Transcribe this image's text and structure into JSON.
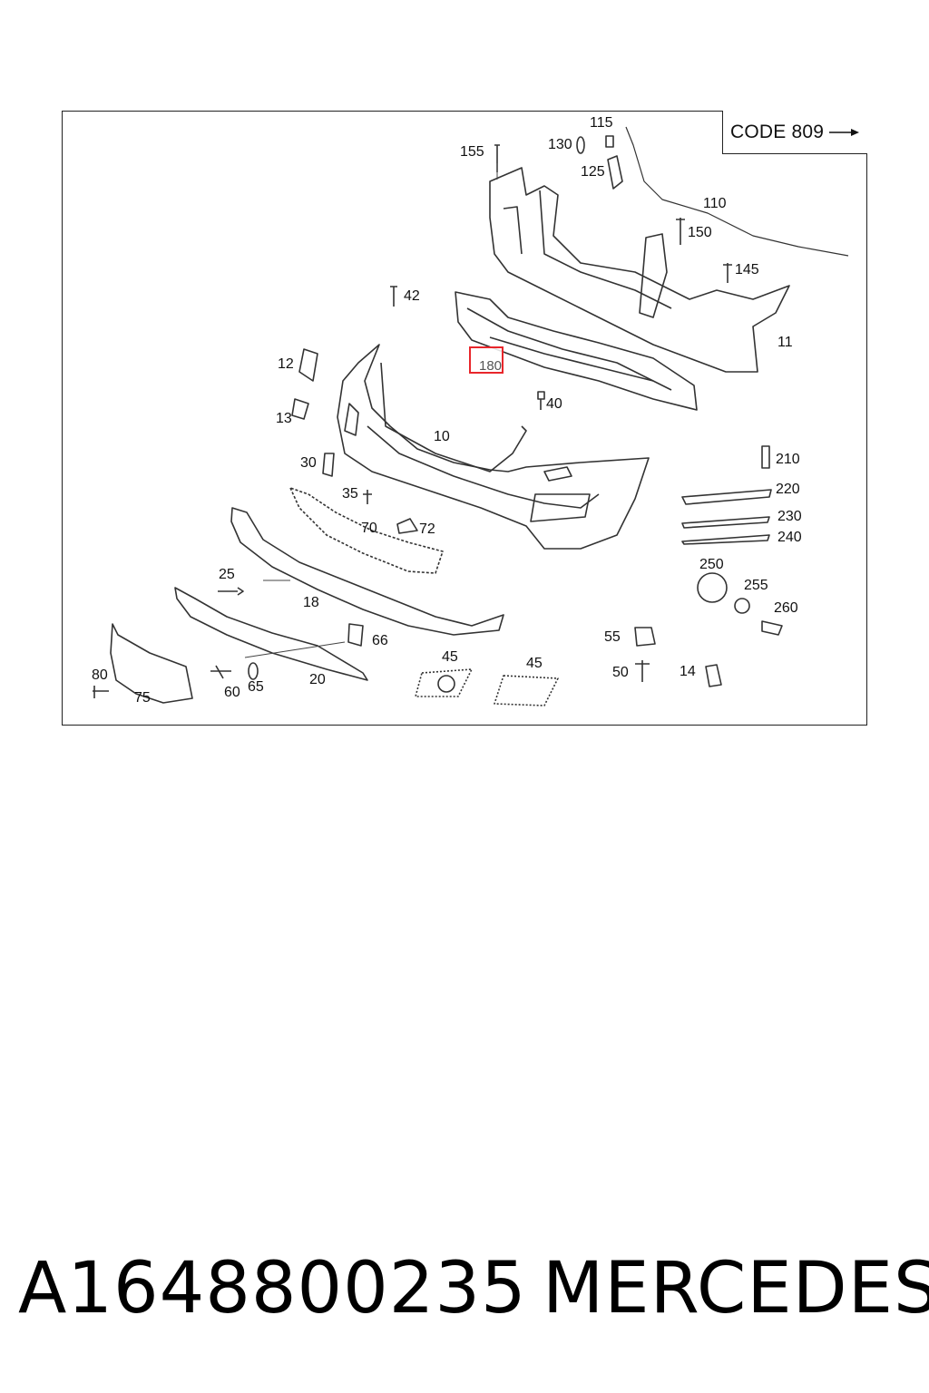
{
  "code_box": {
    "label": "CODE 809"
  },
  "highlighted_callout": "180",
  "callouts": [
    "115",
    "130",
    "155",
    "125",
    "110",
    "150",
    "145",
    "42",
    "11",
    "12",
    "13",
    "40",
    "10",
    "30",
    "210",
    "220",
    "230",
    "240",
    "35",
    "70",
    "72",
    "25",
    "18",
    "250",
    "255",
    "260",
    "55",
    "66",
    "45",
    "45",
    "80",
    "60",
    "65",
    "20",
    "50",
    "14",
    "75"
  ],
  "footer": {
    "part_number": "A1648800235",
    "brand": "MERCEDES"
  }
}
